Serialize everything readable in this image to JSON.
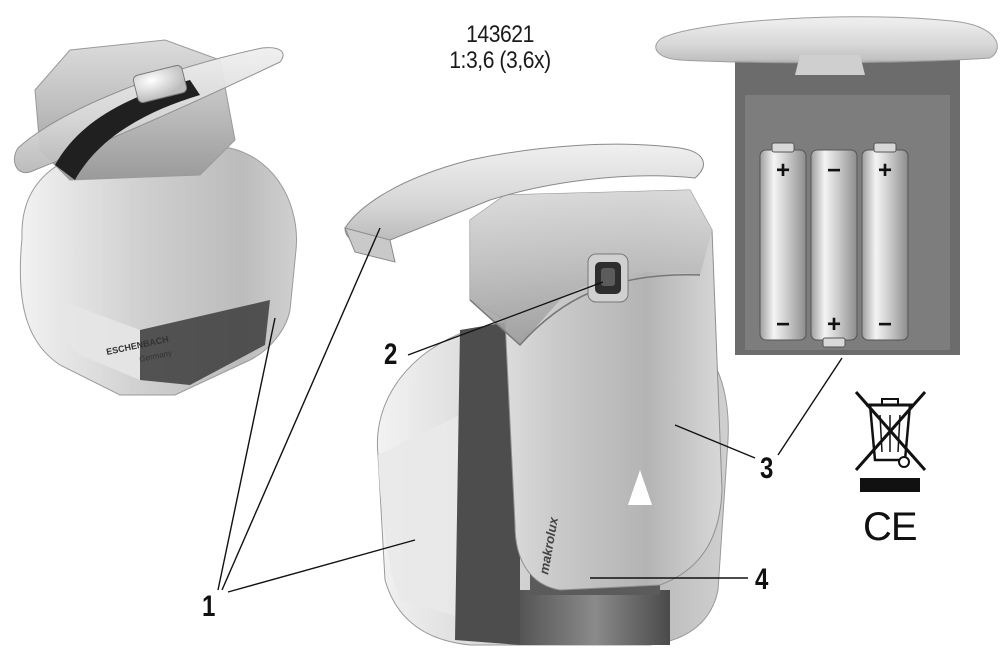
{
  "header": {
    "model_number": "143621",
    "magnification": "1:3,6 (3,6x)"
  },
  "brand": {
    "logo_text": "ESCHENBACH",
    "logo_subtext": "Germany",
    "product_name": "makrolux"
  },
  "callouts": {
    "c1": "1",
    "c2": "2",
    "c3": "3",
    "c4": "4"
  },
  "batteries": {
    "polarities": [
      "+",
      "−",
      "+"
    ],
    "bottom_polarities": [
      "−",
      "+",
      "−"
    ]
  },
  "marks": {
    "weee_icon": "crossed-out-wheelie-bin-icon",
    "ce_text": "CE"
  }
}
